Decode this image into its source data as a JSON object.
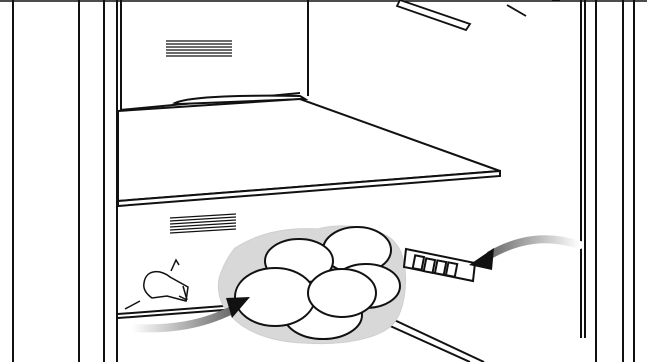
{
  "illustration": {
    "subject": "refrigerator-interior",
    "colors": {
      "line": "#111111",
      "fill": "#ffffff",
      "shadow": "#d8d8d8",
      "shadow_dark": "#cfcfcf",
      "arrow": "#111111",
      "gradient_start": "#ffffff",
      "gradient_end": "#6b6b6b"
    },
    "icons": {
      "vent": "vent-slots",
      "food": "food-plates",
      "sensor": "segment-indicator",
      "arrow": "airflow-arrow"
    }
  }
}
